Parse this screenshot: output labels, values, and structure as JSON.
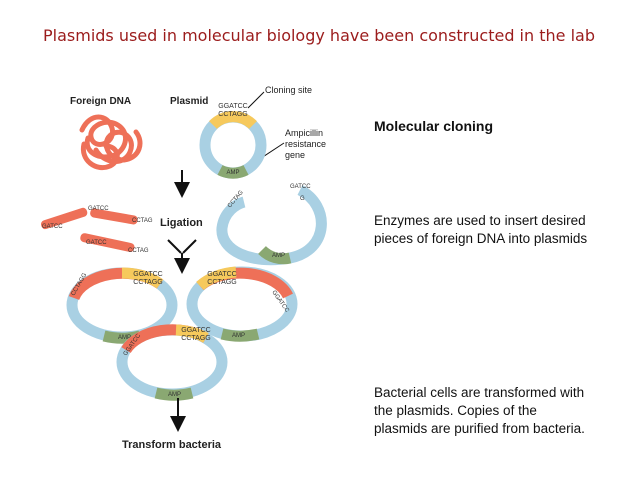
{
  "slide": {
    "title": "Plasmids used in molecular biology have been constructed in the lab"
  },
  "diagram": {
    "labels": {
      "foreign_dna": "Foreign DNA",
      "plasmid": "Plasmid",
      "cloning_site": "Cloning site",
      "amp_gene_line1": "Ampicillin",
      "amp_gene_line2": "resistance",
      "amp_gene_line3": "gene",
      "ligation": "Ligation",
      "transform": "Transform bacteria"
    },
    "seq": {
      "top": "GGATCC",
      "bottom": "CCTAGG",
      "frag_top": "GATCC",
      "g": "G",
      "ctag": "CCTAG",
      "amp": "AMP"
    },
    "colors": {
      "plasmid": "#a9d0e3",
      "foreign": "#ee7058",
      "site": "#f6c95c",
      "amp": "#8aa872"
    }
  },
  "text": {
    "heading": "Molecular cloning",
    "para1_line1": "Enzymes are used to insert desired",
    "para1_line2": "pieces of foreign DNA into plasmids",
    "para2_line1": "Bacterial cells are transformed with",
    "para2_line2": "the plasmids.  Copies of the",
    "para2_line3": "plasmids are purified from bacteria."
  }
}
